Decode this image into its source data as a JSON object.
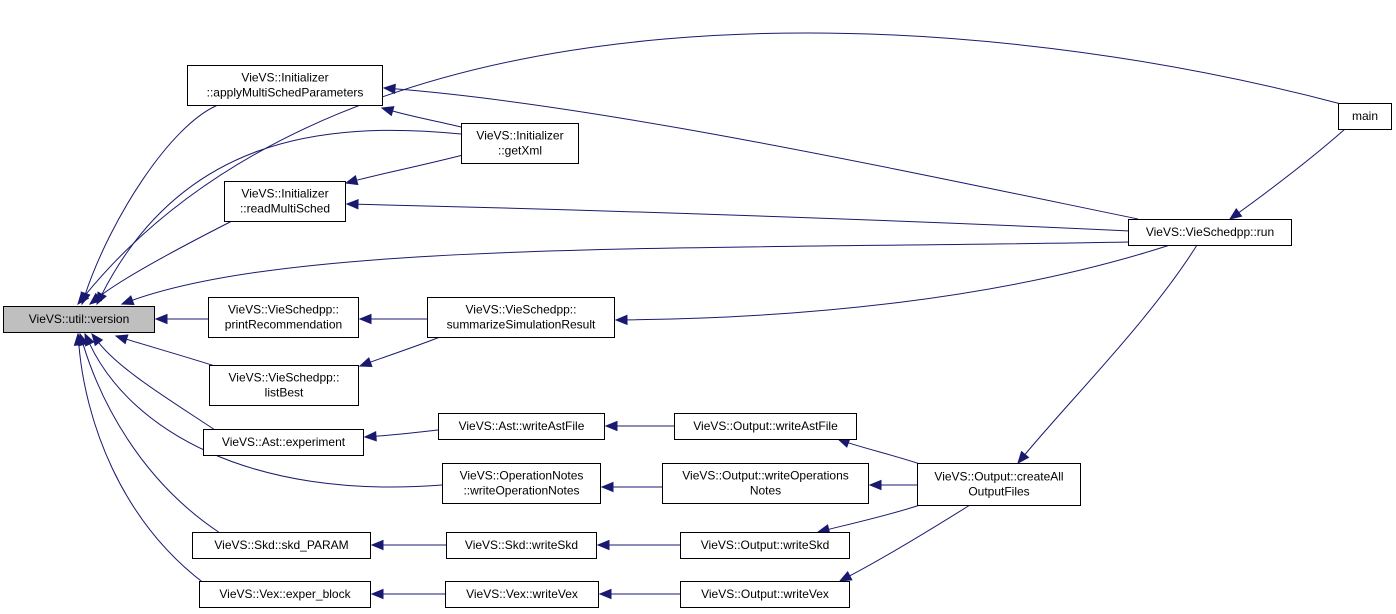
{
  "title": "",
  "colors": {
    "edge": "#191970",
    "node_border": "#000000",
    "root_fill": "#bfbfbf",
    "node_fill": "#ffffff"
  },
  "nodes": [
    {
      "id": "version",
      "lines": [
        "VieVS::util::version"
      ],
      "root": true
    },
    {
      "id": "applyMulti",
      "lines": [
        "VieVS::Initializer",
        "::applyMultiSchedParameters"
      ]
    },
    {
      "id": "readMulti",
      "lines": [
        "VieVS::Initializer",
        "::readMultiSched"
      ]
    },
    {
      "id": "printRec",
      "lines": [
        "VieVS::VieSchedpp::",
        "printRecommendation"
      ]
    },
    {
      "id": "listBest",
      "lines": [
        "VieVS::VieSchedpp::",
        "listBest"
      ]
    },
    {
      "id": "experiment",
      "lines": [
        "VieVS::Ast::experiment"
      ]
    },
    {
      "id": "writeOpNotes",
      "lines": [
        "VieVS::OperationNotes",
        "::writeOperationNotes"
      ]
    },
    {
      "id": "skdParam",
      "lines": [
        "VieVS::Skd::skd_PARAM"
      ]
    },
    {
      "id": "experBlock",
      "lines": [
        "VieVS::Vex::exper_block"
      ]
    },
    {
      "id": "getXml",
      "lines": [
        "VieVS::Initializer",
        "::getXml"
      ]
    },
    {
      "id": "summarize",
      "lines": [
        "VieVS::VieSchedpp::",
        "summarizeSimulationResult"
      ]
    },
    {
      "id": "astWriteAst",
      "lines": [
        "VieVS::Ast::writeAstFile"
      ]
    },
    {
      "id": "skdWriteSkd",
      "lines": [
        "VieVS::Skd::writeSkd"
      ]
    },
    {
      "id": "vexWriteVex",
      "lines": [
        "VieVS::Vex::writeVex"
      ]
    },
    {
      "id": "outWriteAst",
      "lines": [
        "VieVS::Output::writeAstFile"
      ]
    },
    {
      "id": "outWriteOps",
      "lines": [
        "VieVS::Output::writeOperations",
        "Notes"
      ]
    },
    {
      "id": "outWriteSkd",
      "lines": [
        "VieVS::Output::writeSkd"
      ]
    },
    {
      "id": "outWriteVex",
      "lines": [
        "VieVS::Output::writeVex"
      ]
    },
    {
      "id": "createAll",
      "lines": [
        "VieVS::Output::createAll",
        "OutputFiles"
      ]
    },
    {
      "id": "run",
      "lines": [
        "VieVS::VieSchedpp::run"
      ]
    },
    {
      "id": "main",
      "lines": [
        "main"
      ]
    }
  ],
  "edges": [
    {
      "from": "applyMulti",
      "to": "version"
    },
    {
      "from": "readMulti",
      "to": "version"
    },
    {
      "from": "printRec",
      "to": "version"
    },
    {
      "from": "listBest",
      "to": "version"
    },
    {
      "from": "experiment",
      "to": "version"
    },
    {
      "from": "writeOpNotes",
      "to": "version"
    },
    {
      "from": "skdParam",
      "to": "version"
    },
    {
      "from": "experBlock",
      "to": "version"
    },
    {
      "from": "getXml",
      "to": "version"
    },
    {
      "from": "run",
      "to": "version"
    },
    {
      "from": "main",
      "to": "version"
    },
    {
      "from": "getXml",
      "to": "applyMulti"
    },
    {
      "from": "getXml",
      "to": "readMulti"
    },
    {
      "from": "run",
      "to": "applyMulti"
    },
    {
      "from": "run",
      "to": "readMulti"
    },
    {
      "from": "summarize",
      "to": "printRec"
    },
    {
      "from": "summarize",
      "to": "listBest"
    },
    {
      "from": "run",
      "to": "summarize"
    },
    {
      "from": "astWriteAst",
      "to": "experiment"
    },
    {
      "from": "outWriteAst",
      "to": "astWriteAst"
    },
    {
      "from": "createAll",
      "to": "outWriteAst"
    },
    {
      "from": "outWriteOps",
      "to": "writeOpNotes"
    },
    {
      "from": "createAll",
      "to": "outWriteOps"
    },
    {
      "from": "skdWriteSkd",
      "to": "skdParam"
    },
    {
      "from": "outWriteSkd",
      "to": "skdWriteSkd"
    },
    {
      "from": "createAll",
      "to": "outWriteSkd"
    },
    {
      "from": "vexWriteVex",
      "to": "experBlock"
    },
    {
      "from": "outWriteVex",
      "to": "vexWriteVex"
    },
    {
      "from": "createAll",
      "to": "outWriteVex"
    },
    {
      "from": "run",
      "to": "createAll"
    },
    {
      "from": "main",
      "to": "run"
    }
  ]
}
